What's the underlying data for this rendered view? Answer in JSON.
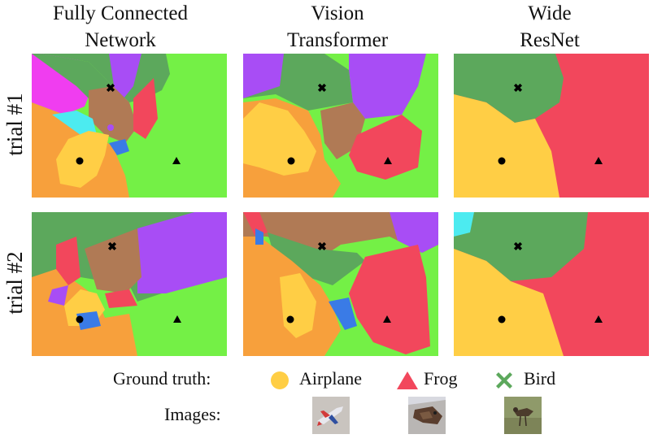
{
  "columns": [
    {
      "line1": "Fully Connected",
      "line2": "Network"
    },
    {
      "line1": "Vision",
      "line2": "Transformer"
    },
    {
      "line1": "Wide",
      "line2": "ResNet"
    }
  ],
  "rows": [
    "trial #1",
    "trial #2"
  ],
  "legend": {
    "ground_truth_label": "Ground truth:",
    "images_label": "Images:",
    "classes": [
      {
        "name": "Airplane",
        "marker": "circle",
        "color": "#FFCE45"
      },
      {
        "name": "Frog",
        "marker": "triangle",
        "color": "#F2475C"
      },
      {
        "name": "Bird",
        "marker": "cross",
        "color": "#5CA85C"
      }
    ]
  },
  "colors": {
    "airplane": "#FFCE45",
    "frog": "#F2475C",
    "bird": "#5CA85C",
    "orange": "#F7A03C",
    "green_bright": "#74F046",
    "purple": "#A84DF5",
    "brown": "#B07A55",
    "magenta": "#F03DF0",
    "cyan": "#4CEBF0",
    "blue": "#3A7BE6"
  }
}
